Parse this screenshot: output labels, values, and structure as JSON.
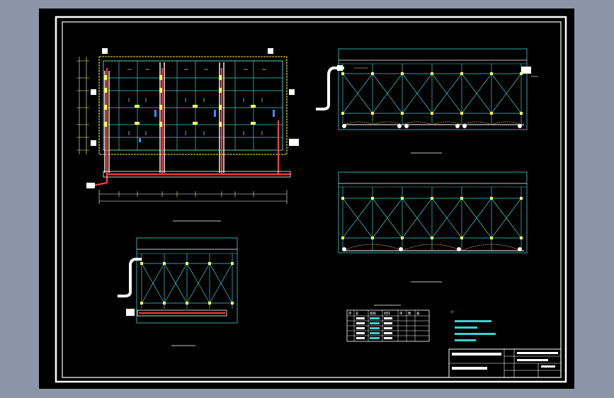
{
  "colors": {
    "background": "#8a96a8",
    "sheet": "#000000",
    "frame": "#ffffff",
    "structure": "#3fd0d0",
    "dimension": "#ffff55",
    "pipe": "#ff3b3b",
    "hatch": "#c99b3a"
  },
  "views": {
    "plan": {
      "title": ""
    },
    "section_a": {
      "title": ""
    },
    "section_b": {
      "title": ""
    },
    "section_c": {
      "title": ""
    }
  },
  "table": {
    "title": "",
    "header": [
      "序",
      "名",
      "规格",
      "材料",
      "单",
      "数",
      "备"
    ]
  },
  "notes": {
    "title": "注:"
  },
  "title_block": {
    "project": "",
    "drawing": ""
  }
}
